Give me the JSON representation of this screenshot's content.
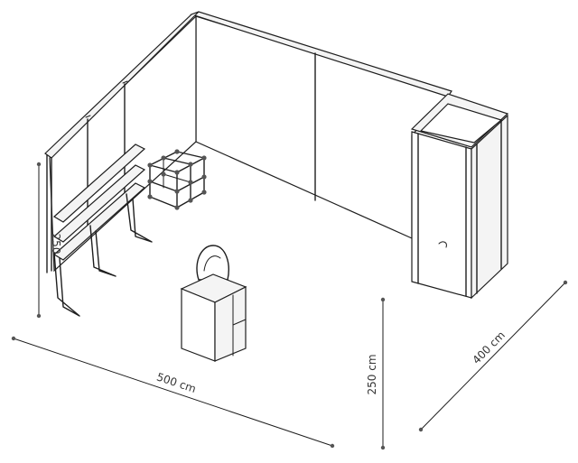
{
  "dimensions": {
    "width_label": "500 cm",
    "depth_label": "400 cm",
    "height_label": "250 cm",
    "side_height_label": "250"
  },
  "colors": {
    "line": "#1e1e1e",
    "panel": "#ffffff",
    "dimension_text": "#333333"
  }
}
